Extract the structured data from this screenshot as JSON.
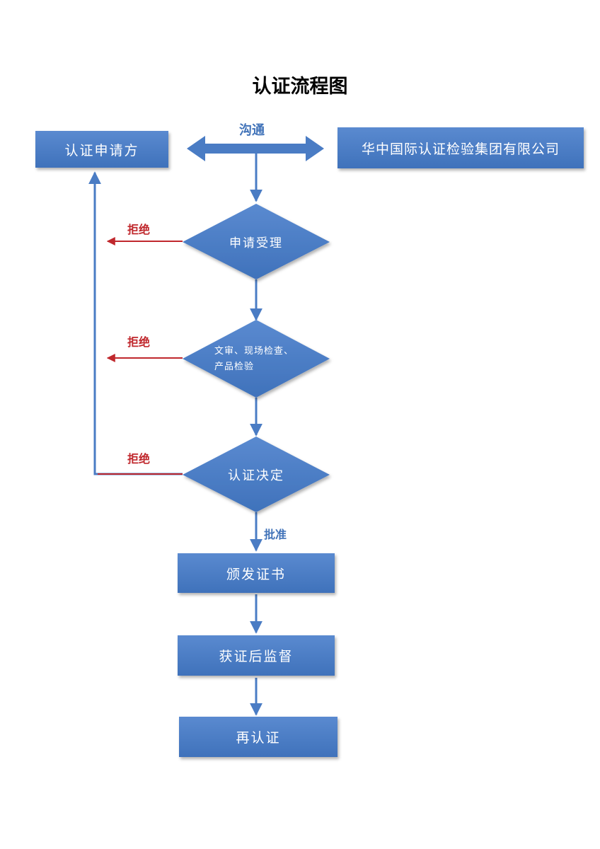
{
  "title": "认证流程图",
  "colors": {
    "node": "#4a7cc4",
    "arrow": "#4a7cc4",
    "reject": "#c0282d"
  },
  "nodes": {
    "applicant": "认证申请方",
    "company": "华中国际认证检验集团有限公司",
    "accept": "申请受理",
    "review_line1": "文审、现场检查、",
    "review_line2": "产品检验",
    "decision": "认证决定",
    "issue": "颁发证书",
    "supervision": "获证后监督",
    "recert": "再认证"
  },
  "edges": {
    "communicate": "沟通",
    "reject1": "拒绝",
    "reject2": "拒绝",
    "reject3": "拒绝",
    "approve": "批准"
  }
}
